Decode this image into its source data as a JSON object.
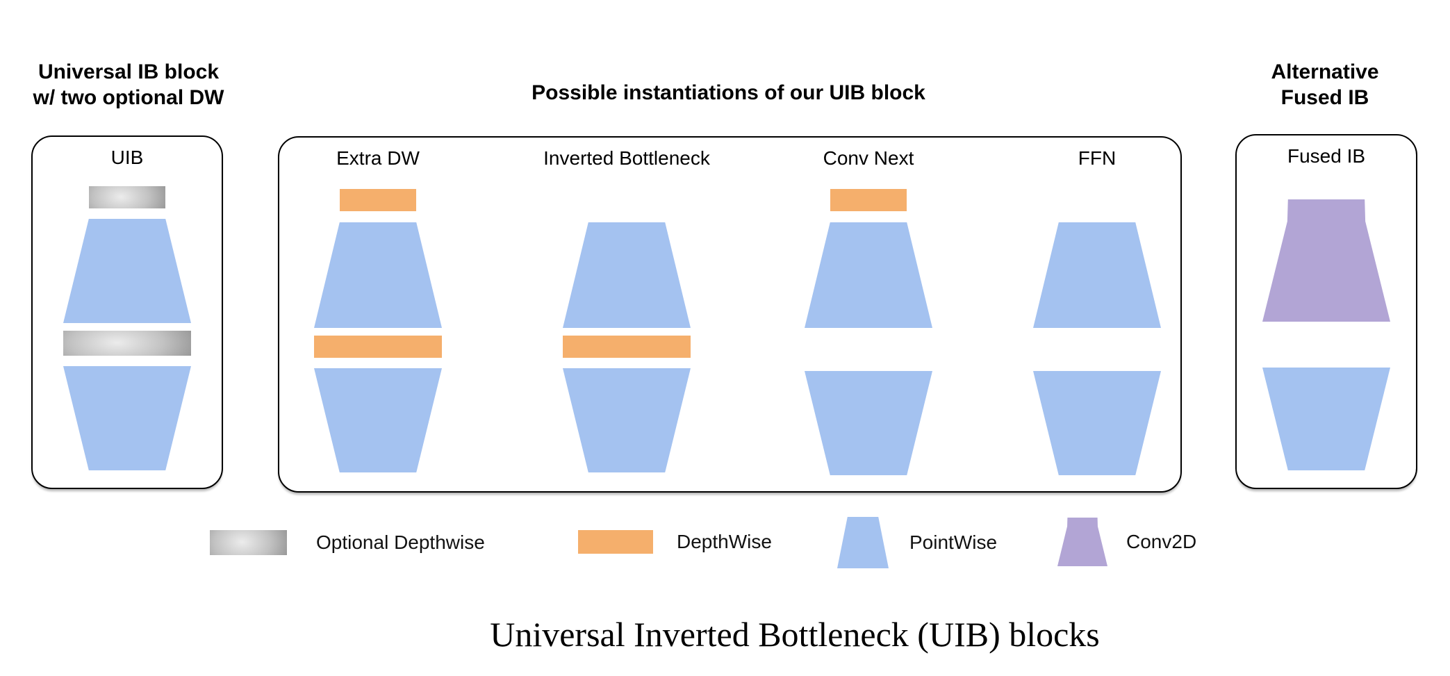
{
  "diagram": {
    "left_panel": {
      "title_line1": "Universal IB block",
      "title_line2": "w/ two optional DW",
      "block": {
        "label": "UIB",
        "layers": [
          "optional-depthwise",
          "pointwise-expand",
          "optional-depthwise",
          "pointwise-contract"
        ]
      }
    },
    "center_panel": {
      "title": "Possible instantiations of our UIB block",
      "blocks": [
        {
          "label": "Extra DW",
          "layers": [
            "depthwise",
            "pointwise-expand",
            "depthwise",
            "pointwise-contract"
          ]
        },
        {
          "label": "Inverted Bottleneck",
          "layers": [
            "pointwise-expand",
            "depthwise",
            "pointwise-contract"
          ]
        },
        {
          "label": "Conv Next",
          "layers": [
            "depthwise",
            "pointwise-expand",
            "pointwise-contract"
          ]
        },
        {
          "label": "FFN",
          "layers": [
            "pointwise-expand",
            "pointwise-contract"
          ]
        }
      ]
    },
    "right_panel": {
      "title_line1": "Alternative",
      "title_line2": "Fused IB",
      "block": {
        "label": "Fused IB",
        "layers": [
          "conv2d",
          "pointwise-contract"
        ]
      }
    },
    "legend": [
      {
        "label": "Optional Depthwise",
        "swatch": "gray-gradient-bar"
      },
      {
        "label": "DepthWise",
        "swatch": "orange-bar"
      },
      {
        "label": "PointWise",
        "swatch": "blue-trapezoid"
      },
      {
        "label": "Conv2D",
        "swatch": "purple-conv-shape"
      }
    ],
    "caption": "Universal Inverted Bottleneck (UIB) blocks",
    "colors": {
      "pointwise_blue": "#A4C2F0",
      "depthwise_orange": "#F5AF6C",
      "conv2d_purple": "#B2A5D5",
      "optional_gray_light": "#ECECEC",
      "optional_gray_dark": "#8D8D8D",
      "outline_black": "#000000"
    }
  }
}
